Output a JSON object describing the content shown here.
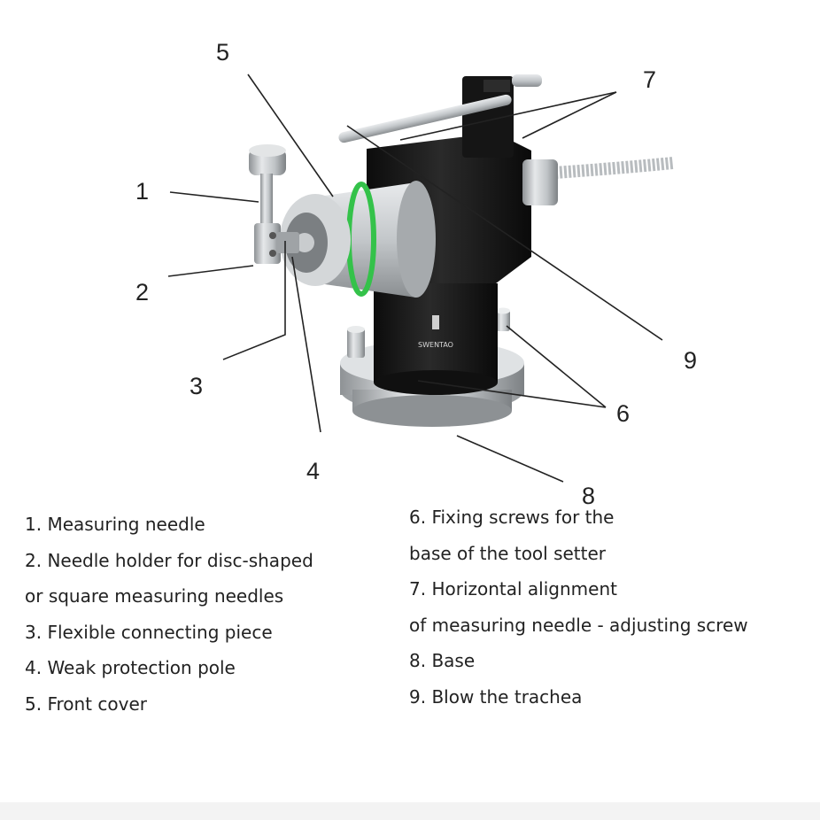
{
  "callouts": [
    "1",
    "2",
    "3",
    "4",
    "5",
    "6",
    "7",
    "8",
    "9"
  ],
  "legend_left": [
    "1. Measuring needle",
    "2. Needle holder for disc-shaped",
    "or square measuring needles",
    "3. Flexible connecting piece",
    "4. Weak protection pole",
    "5. Front cover"
  ],
  "legend_right": [
    "6. Fixing screws for the",
    "base of the tool setter",
    "7. Horizontal alignment",
    "of measuring needle - adjusting screw",
    "8. Base",
    "9. Blow the trachea"
  ],
  "device": {
    "brand_text": "SWENTAO",
    "colors": {
      "body_black": "#141414",
      "steel": "#c9ccce",
      "steel_dark": "#8e9295",
      "ring_green": "#34c24a"
    }
  }
}
